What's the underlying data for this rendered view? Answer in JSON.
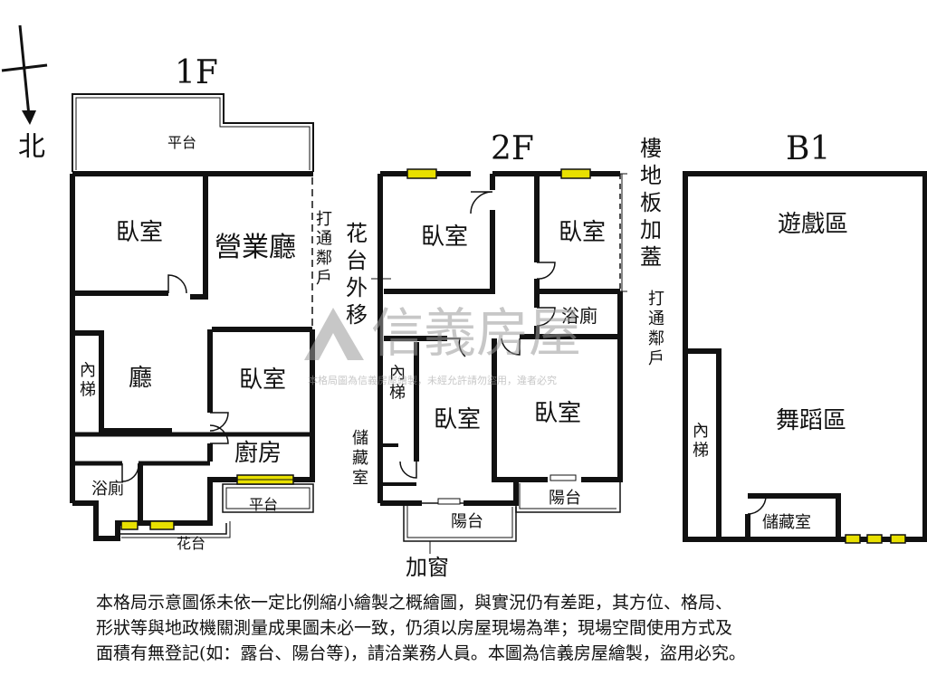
{
  "compass": {
    "north_label": "北"
  },
  "floor_1f": {
    "title": "1F",
    "rooms": {
      "platform_top": "平台",
      "bedroom_1": "臥室",
      "business_hall": "營業廳",
      "living_room": "廳",
      "bedroom_2": "臥室",
      "kitchen": "廚房",
      "stairs": "內梯",
      "bathroom": "浴廁",
      "platform_bottom": "平台",
      "planter": "花台"
    },
    "notes": {
      "open_neighbor": "打通鄰戶"
    }
  },
  "floor_2f": {
    "title": "2F",
    "rooms": {
      "bedroom_a": "臥室",
      "bedroom_b": "臥室",
      "bathroom": "浴廁",
      "stairs": "內梯",
      "bedroom_c": "臥室",
      "bedroom_d": "臥室",
      "storage": "儲藏室",
      "balcony_left": "陽台",
      "balcony_right": "陽台"
    },
    "notes": {
      "planter_moved": "花台外移",
      "floor_slab_added": "樓地板加蓋",
      "open_neighbor": "打通鄰戶",
      "added_window": "加窗"
    }
  },
  "floor_b1": {
    "title": "B1",
    "rooms": {
      "game_area": "遊戲區",
      "dance_area": "舞蹈區",
      "stairs": "內梯",
      "storage": "儲藏室"
    }
  },
  "watermark": {
    "brand": "信義房屋",
    "subtext": "本格局圖為信義房屋繪製，未經允許請勿盜用，違者必究"
  },
  "disclaimer": [
    "本格局示意圖係未依一定比例縮小繪製之概繪圖，與實況仍有差距，其方位、格局、",
    "形狀等與地政機關測量成果圖未必一致，仍須以房屋現場為準；現場空間使用方式及",
    "面積有無登記(如：露台、陽台等)，請洽業務人員。本圖為信義房屋繪製，盜用必究。"
  ],
  "colors": {
    "wall": "#111111",
    "window_fill": "#e8e000",
    "watermark": "#b8b8b8"
  }
}
